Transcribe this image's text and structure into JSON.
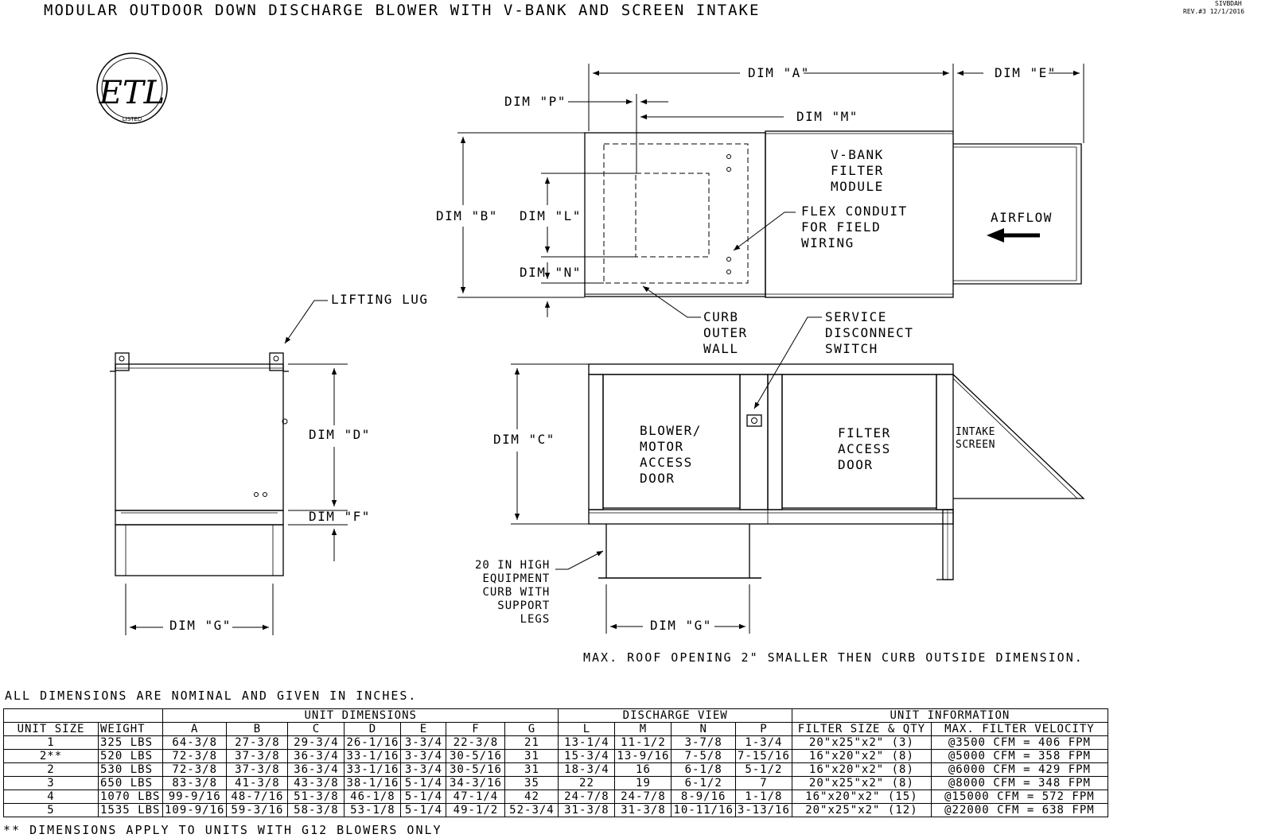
{
  "title": "MODULAR OUTDOOR DOWN DISCHARGE BLOWER WITH V-BANK AND SCREEN INTAKE",
  "drawing_id": "SIVBDAH",
  "revision": "REV.#3  12/1/2016",
  "certification": {
    "logo_text": "ETL",
    "listed_text": "LISTED"
  },
  "dims": {
    "a": "DIM \"A\"",
    "b": "DIM \"B\"",
    "c": "DIM \"C\"",
    "d": "DIM \"D\"",
    "e": "DIM \"E\"",
    "f": "DIM \"F\"",
    "g": "DIM \"G\"",
    "l": "DIM \"L\"",
    "m": "DIM \"M\"",
    "n": "DIM \"N\"",
    "p": "DIM \"P\""
  },
  "callouts": {
    "vbank": [
      "V-BANK",
      "FILTER",
      "MODULE"
    ],
    "flex": [
      "FLEX CONDUIT",
      "FOR FIELD",
      "WIRING"
    ],
    "airflow": "AIRFLOW",
    "curb_wall": [
      "CURB",
      "OUTER",
      "WALL"
    ],
    "disconnect": [
      "SERVICE",
      "DISCONNECT",
      "SWITCH"
    ],
    "lifting_lug": "LIFTING LUG",
    "blower_door": [
      "BLOWER/",
      "MOTOR",
      "ACCESS",
      "DOOR"
    ],
    "filter_door": [
      "FILTER",
      "ACCESS",
      "DOOR"
    ],
    "intake": [
      "INTAKE",
      "SCREEN"
    ],
    "curb": [
      "20 IN HIGH",
      "EQUIPMENT",
      "CURB WITH",
      "SUPPORT",
      "LEGS"
    ]
  },
  "notes": {
    "roof": "MAX. ROOF OPENING 2\" SMALLER THEN CURB OUTSIDE DIMENSION.",
    "nominal": "ALL DIMENSIONS ARE NOMINAL AND GIVEN IN INCHES.",
    "footnote": "** DIMENSIONS APPLY TO UNITS WITH G12 BLOWERS ONLY"
  },
  "table": {
    "groups": {
      "unit_dimensions": "UNIT DIMENSIONS",
      "discharge_view": "DISCHARGE VIEW",
      "unit_information": "UNIT INFORMATION"
    },
    "headers": [
      "UNIT SIZE",
      "WEIGHT",
      "A",
      "B",
      "C",
      "D",
      "E",
      "F",
      "G",
      "L",
      "M",
      "N",
      "P",
      "FILTER SIZE & QTY",
      "MAX. FILTER VELOCITY"
    ],
    "rows": [
      [
        "1",
        "325 LBS",
        "64-3/8",
        "27-3/8",
        "29-3/4",
        "26-1/16",
        "3-3/4",
        "22-3/8",
        "21",
        "13-1/4",
        "11-1/2",
        "3-7/8",
        "1-3/4",
        "20\"x25\"x2\" (3)",
        "@3500 CFM = 406 FPM"
      ],
      [
        "2**",
        "520 LBS",
        "72-3/8",
        "37-3/8",
        "36-3/4",
        "33-1/16",
        "3-3/4",
        "30-5/16",
        "31",
        "15-3/4",
        "13-9/16",
        "7-5/8",
        "7-15/16",
        "16\"x20\"x2\" (8)",
        "@5000 CFM = 358 FPM"
      ],
      [
        "2",
        "530 LBS",
        "72-3/8",
        "37-3/8",
        "36-3/4",
        "33-1/16",
        "3-3/4",
        "30-5/16",
        "31",
        "18-3/4",
        "16",
        "6-1/8",
        "5-1/2",
        "16\"x20\"x2\" (8)",
        "@6000 CFM = 429 FPM"
      ],
      [
        "3",
        "650 LBS",
        "83-3/8",
        "41-3/8",
        "43-3/8",
        "38-1/16",
        "5-1/4",
        "34-3/16",
        "35",
        "22",
        "19",
        "6-1/2",
        "7",
        "20\"x25\"x2\" (8)",
        "@8000 CFM = 348 FPM"
      ],
      [
        "4",
        "1070 LBS",
        "99-9/16",
        "48-7/16",
        "51-3/8",
        "46-1/8",
        "5-1/4",
        "47-1/4",
        "42",
        "24-7/8",
        "24-7/8",
        "8-9/16",
        "1-1/8",
        "16\"x20\"x2\" (15)",
        "@15000 CFM = 572 FPM"
      ],
      [
        "5",
        "1535 LBS",
        "109-9/16",
        "59-3/16",
        "58-3/8",
        "53-1/8",
        "5-1/4",
        "49-1/2",
        "52-3/4",
        "31-3/8",
        "31-3/8",
        "10-11/16",
        "3-13/16",
        "20\"x25\"x2\" (12)",
        "@22000 CFM = 638 FPM"
      ]
    ]
  }
}
